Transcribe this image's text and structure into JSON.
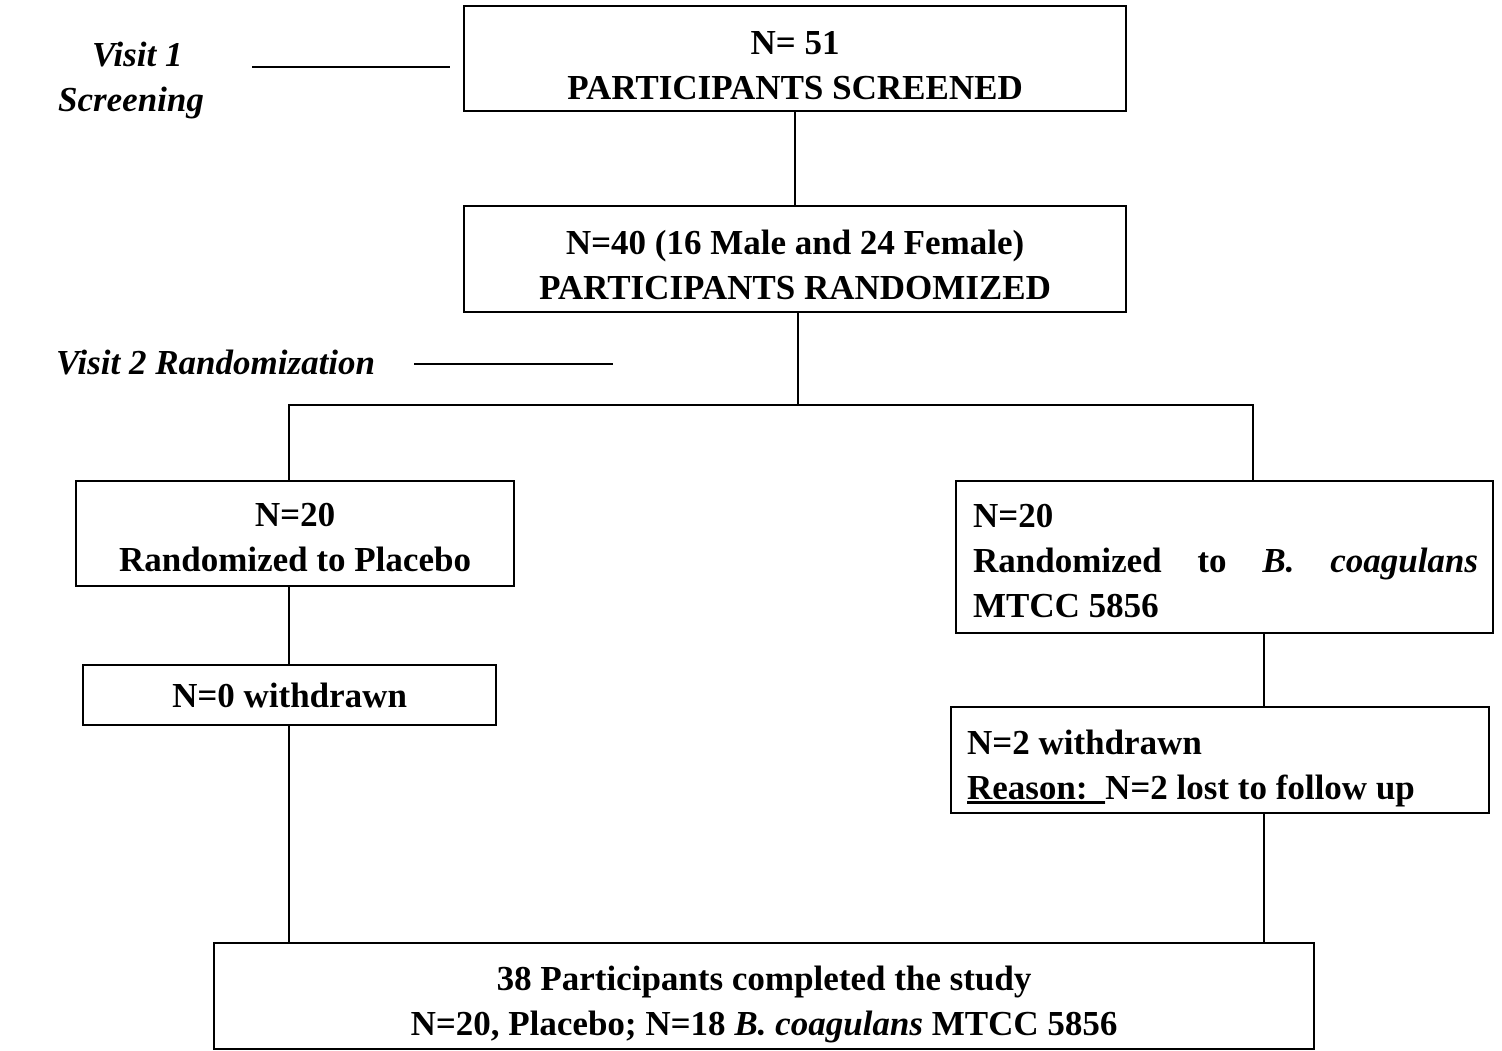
{
  "labels": {
    "visit1_line1": "Visit 1",
    "visit1_line2": "Screening",
    "visit2": "Visit 2 Randomization"
  },
  "screened": {
    "count": "N= 51",
    "text": "PARTICIPANTS SCREENED"
  },
  "randomized": {
    "count": "N=40 (16 Male and 24 Female)",
    "text": "PARTICIPANTS RANDOMIZED"
  },
  "placebo_arm": {
    "count": "N=20",
    "text": "Randomized to Placebo",
    "withdrawn": "N=0 withdrawn"
  },
  "probiotic_arm": {
    "count": "N=20",
    "text_words": [
      "Randomized",
      "to",
      "B.",
      "coagulans"
    ],
    "text_line2": "MTCC 5856",
    "withdrawn": "N=2 withdrawn",
    "reason_label": "Reason:  ",
    "reason_text": "N=2 lost to follow up"
  },
  "completed": {
    "line1": "38 Participants completed the study",
    "line2_a": "N=20, Placebo; N=18 ",
    "line2_species": "B. coagulans",
    "line2_b": " MTCC 5856"
  }
}
